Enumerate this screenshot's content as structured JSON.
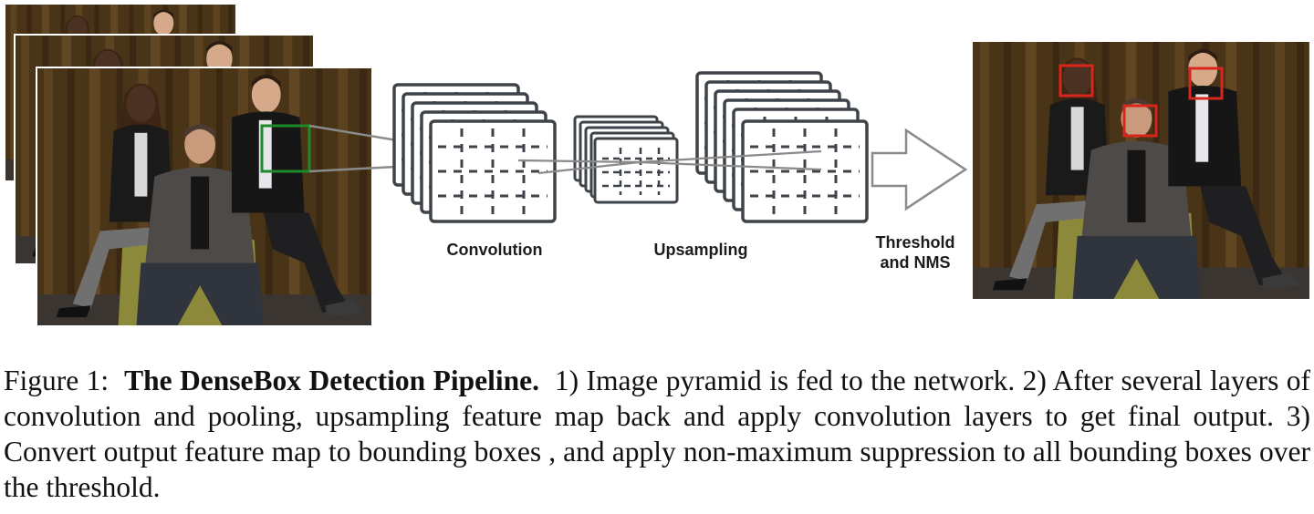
{
  "stages": {
    "convolution": "Convolution",
    "upsampling": "Upsampling",
    "threshold_line1": "Threshold",
    "threshold_line2": "and NMS"
  },
  "caption": {
    "label": "Figure 1:",
    "title": "The DenseBox Detection Pipeline.",
    "body": "1) Image pyramid is fed to the network. 2) After several layers of convolution and pooling, upsampling feature map back and apply convolution layers to get final output. 3) Convert output feature map to bounding boxes , and apply non-maximum suppression to all bounding boxes over the threshold."
  },
  "images": {
    "input_pyramid": "input-photo-pyramid",
    "output": "output-photo-with-detections"
  },
  "colors": {
    "input_crop_box": "#1f8a2a",
    "detection_box": "#d9251c",
    "feature_map": "#3d4348",
    "arrow": "#8a8a8a"
  }
}
